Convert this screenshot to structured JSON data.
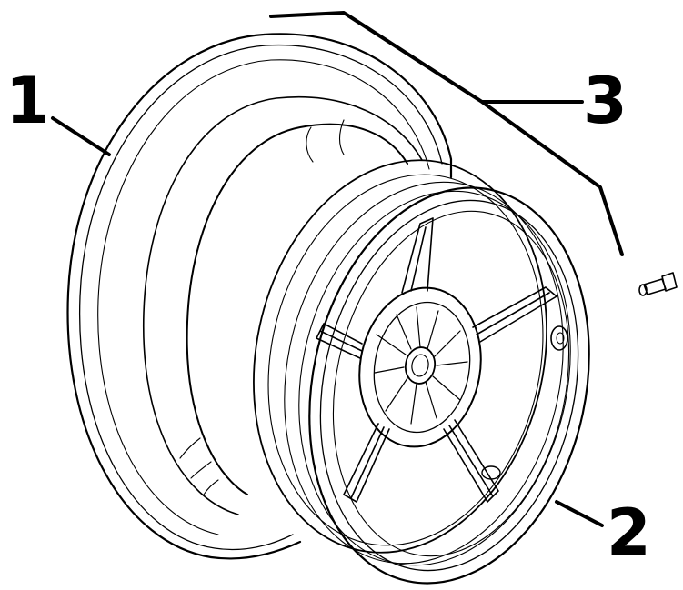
{
  "diagram": {
    "type": "exploded-parts-diagram",
    "parts": [
      {
        "callout": "1",
        "part": "tire"
      },
      {
        "callout": "2",
        "part": "wheel-rim"
      },
      {
        "callout": "3",
        "part": "valve-stem"
      }
    ]
  },
  "colors": {
    "line": "#000000",
    "background": "#ffffff"
  }
}
